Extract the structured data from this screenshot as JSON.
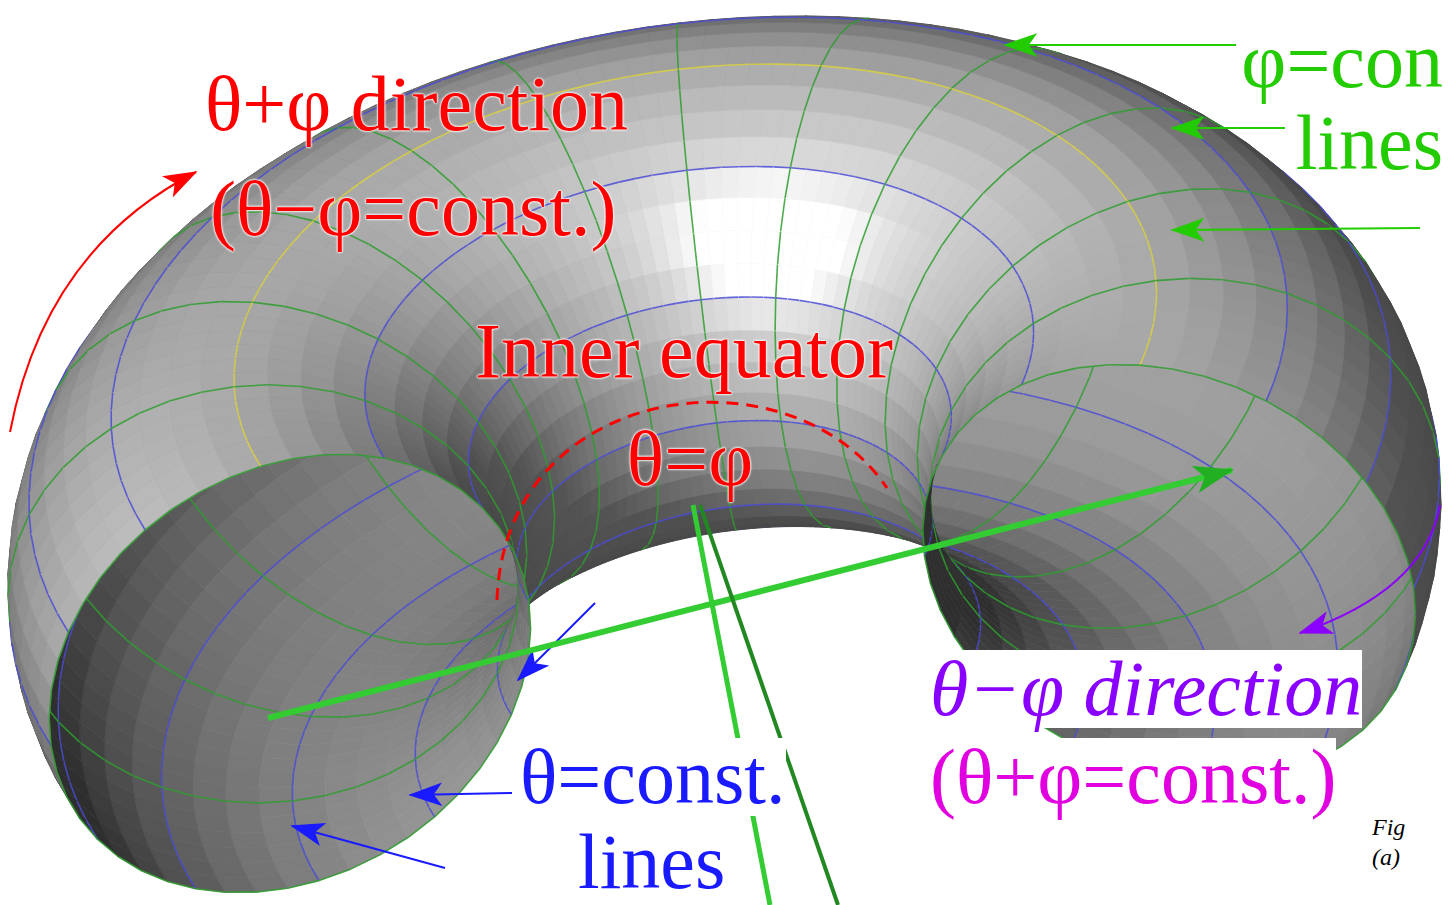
{
  "diagram": {
    "labels": [
      "θ+φ direction",
      "(θ−φ=const.)",
      "Inner equator",
      "θ=φ",
      "φ=con",
      "lines",
      "θ−φ direction",
      "(θ+φ=const.)",
      "θ=const.",
      "lines",
      "Fig",
      "(a)"
    ]
  }
}
